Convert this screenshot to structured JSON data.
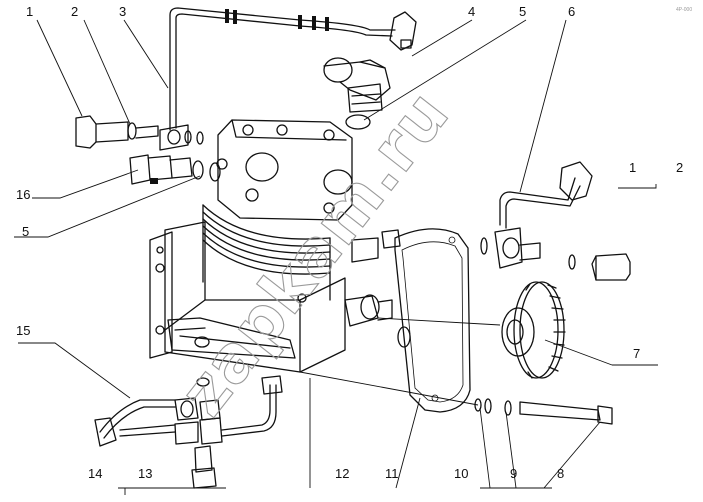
{
  "drawing_code": "4P-000",
  "watermark": "zapkam.ru",
  "callouts": [
    {
      "id": "c1a",
      "label": "1"
    },
    {
      "id": "c2a",
      "label": "2"
    },
    {
      "id": "c3",
      "label": "3"
    },
    {
      "id": "c4",
      "label": "4"
    },
    {
      "id": "c5a",
      "label": "5"
    },
    {
      "id": "c6",
      "label": "6"
    },
    {
      "id": "c1b",
      "label": "1"
    },
    {
      "id": "c2b",
      "label": "2"
    },
    {
      "id": "c16",
      "label": "16"
    },
    {
      "id": "c5b",
      "label": "5"
    },
    {
      "id": "c15",
      "label": "15"
    },
    {
      "id": "c7",
      "label": "7"
    },
    {
      "id": "c14",
      "label": "14"
    },
    {
      "id": "c13",
      "label": "13"
    },
    {
      "id": "c12",
      "label": "12"
    },
    {
      "id": "c11",
      "label": "11"
    },
    {
      "id": "c10",
      "label": "10"
    },
    {
      "id": "c9",
      "label": "9"
    },
    {
      "id": "c8",
      "label": "8"
    }
  ]
}
